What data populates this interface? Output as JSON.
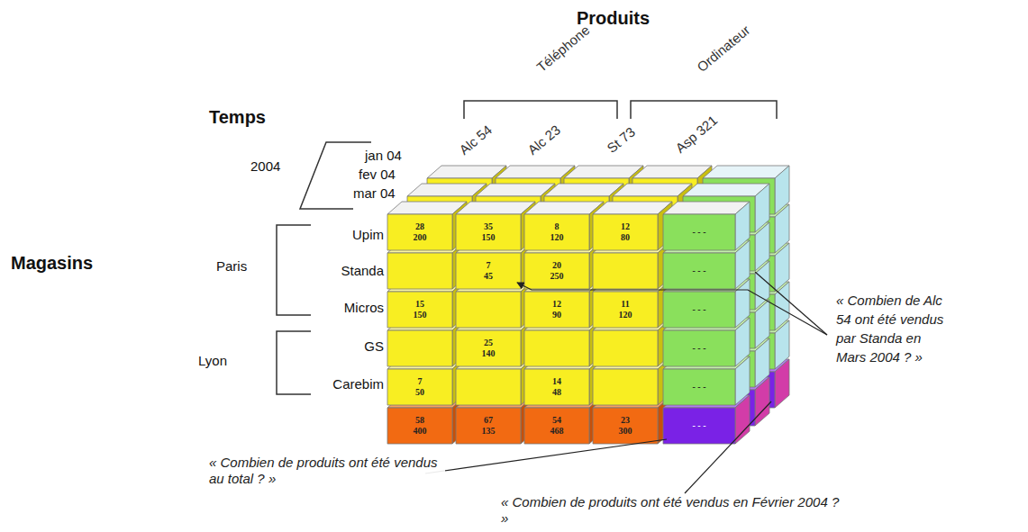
{
  "diagram": {
    "nodes": [
      {
        "text": [
          "28",
          "200"
        ]
      },
      {
        "text": [
          "35",
          "150"
        ]
      },
      {
        "text": [
          "8",
          "120"
        ]
      },
      {
        "text": [
          "12",
          "80"
        ]
      },
      {
        "text": [
          "- - -"
        ]
      },
      {
        "text": [
          "7",
          "45"
        ]
      },
      {
        "text": [
          "20",
          "250"
        ]
      },
      {
        "text": [
          "- - -"
        ]
      },
      {
        "text": [
          "15",
          "150"
        ]
      },
      {
        "text": [
          "12",
          "90"
        ]
      },
      {
        "text": [
          "11",
          "120"
        ]
      },
      {
        "text": [
          "- - -"
        ]
      },
      {
        "text": [
          "25",
          "140"
        ]
      },
      {
        "text": [
          "- - -"
        ]
      },
      {
        "text": [
          "7",
          "50"
        ]
      },
      {
        "text": [
          "14",
          "48"
        ]
      },
      {
        "text": [
          "- - -"
        ]
      },
      {
        "text": [
          "58",
          "400"
        ]
      },
      {
        "text": [
          "67",
          "135"
        ]
      },
      {
        "text": [
          "54",
          "468"
        ]
      },
      {
        "text": [
          "23",
          "300"
        ]
      },
      {
        "text": [
          "- - -"
        ]
      }
    ],
    "labels": [
      "Produits",
      "Téléphone",
      "Ordinateur",
      "Alc 54",
      "Alc 23",
      "St 73",
      "Asp 321",
      "Temps",
      "2004",
      "jan 04",
      "fev 04",
      "mar 04",
      "Magasins",
      "Paris",
      "Upim",
      "Standa",
      "Micros",
      "Lyon",
      "GS",
      "Carebim",
      "« Combien de Alc 54 ont été vendus par Standa en Mars 2004 ? »",
      "« Combien de produits ont été vendus au total ? »",
      "« Combien de produits ont été vendus en Février 2004 ? »"
    ]
  }
}
